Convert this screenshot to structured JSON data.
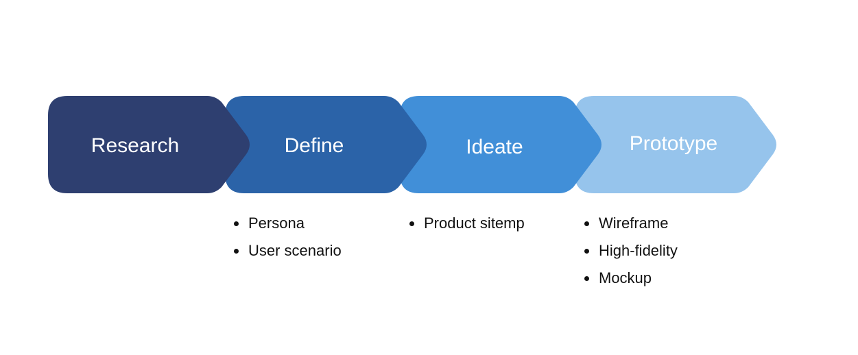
{
  "steps": [
    {
      "label": "Research",
      "color": "#2E3F70"
    },
    {
      "label": "Define",
      "color": "#2B63A8"
    },
    {
      "label": "Ideate",
      "color": "#418FD8"
    },
    {
      "label": "Prototype",
      "color": "#96C4EC"
    }
  ],
  "details": {
    "define": [
      "Persona",
      "User scenario"
    ],
    "ideate": [
      "Product sitemp"
    ],
    "prototype": [
      "Wireframe",
      "High-fidelity",
      "Mockup"
    ]
  }
}
